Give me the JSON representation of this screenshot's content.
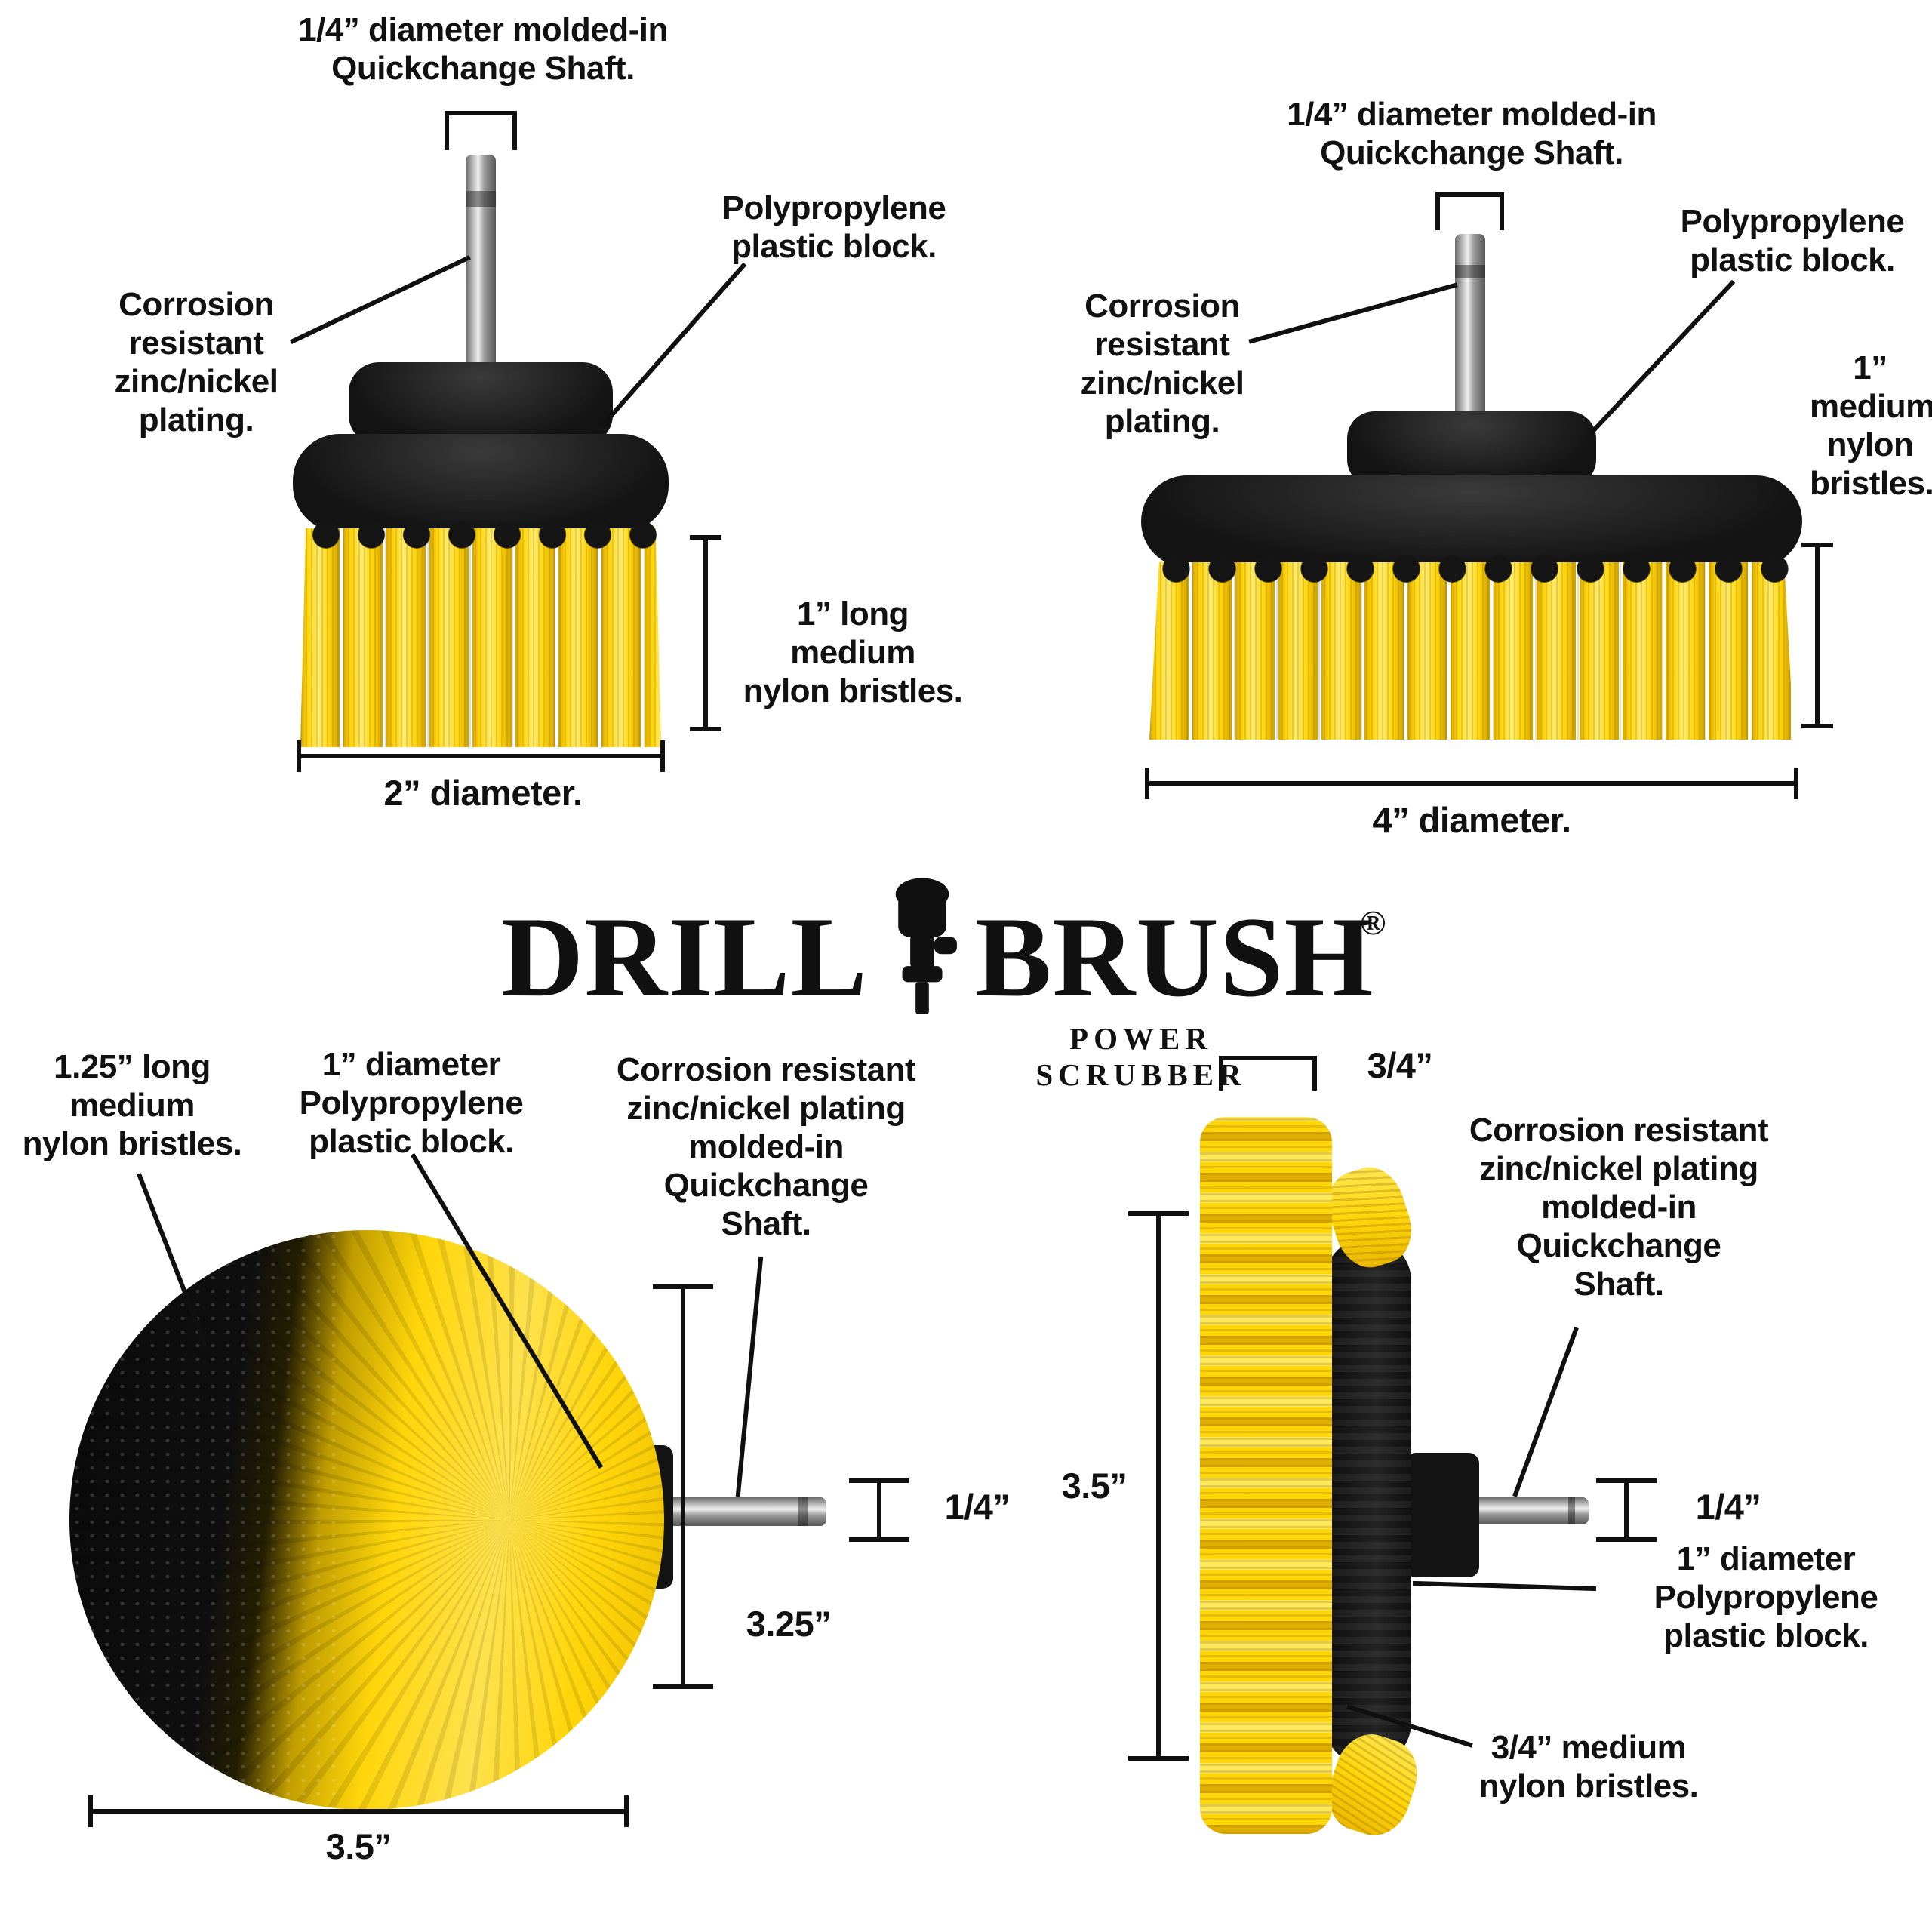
{
  "colors": {
    "background": "#ffffff",
    "text": "#111111",
    "bristle_yellow": "#ffd60a",
    "plastic_black": "#131313",
    "metal_gray": "#c6c6c6"
  },
  "logo": {
    "word1": "DRILL",
    "word2": "BRUSH",
    "registered_mark": "®",
    "tagline": "POWER SCRUBBER"
  },
  "brush_2in_side": {
    "shaft_label": "1/4” diameter molded-in\nQuickchange Shaft.",
    "block_label": "Polypropylene\nplastic block.",
    "plating_label": "Corrosion\nresistant\nzinc/nickel\nplating.",
    "bristle_label": "1” long\nmedium\nnylon bristles.",
    "diameter_label": "2” diameter."
  },
  "brush_4in_side": {
    "shaft_label": "1/4” diameter molded-in\nQuickchange Shaft.",
    "block_label": "Polypropylene\nplastic block.",
    "plating_label": "Corrosion\nresistant\nzinc/nickel\nplating.",
    "bristle_label": "1”\nmedium\nnylon\nbristles.",
    "diameter_label": "4” diameter."
  },
  "brush_ball": {
    "bristle_label": "1.25” long\nmedium\nnylon bristles.",
    "block_label": "1” diameter\nPolypropylene\nplastic block.",
    "shaft_label": "Corrosion resistant\nzinc/nickel plating\nmolded-in\nQuickchange\nShaft.",
    "shaft_diameter_label": "1/4”",
    "height_label": "3.25”",
    "width_label": "3.5”",
    "hub_text": "DRILLBRUSH"
  },
  "brush_4in_edge": {
    "tuft_width_label": "3/4”",
    "shaft_label": "Corrosion resistant\nzinc/nickel plating\nmolded-in\nQuickchange\nShaft.",
    "shaft_diameter_label": "1/4”",
    "height_label": "3.5”",
    "block_label": "1” diameter\nPolypropylene\nplastic block.",
    "bristle_label": "3/4” medium\nnylon bristles."
  }
}
